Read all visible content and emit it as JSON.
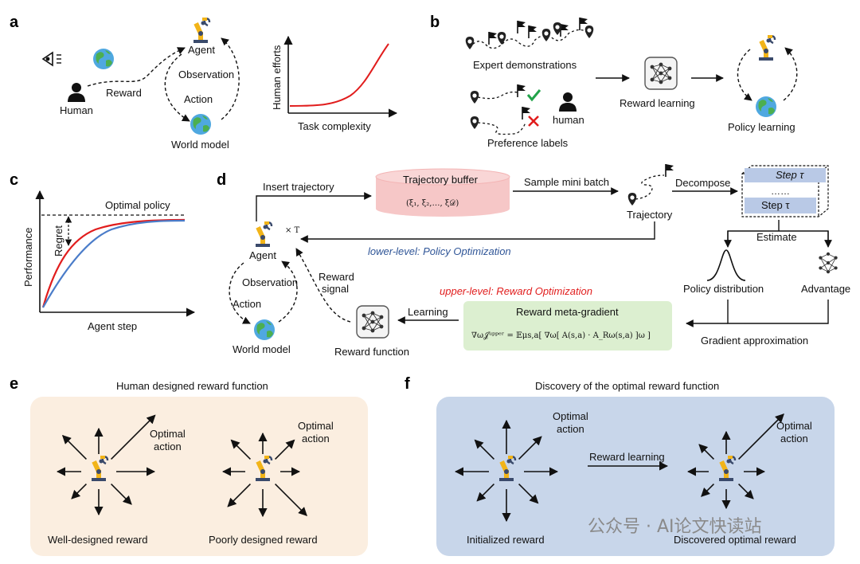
{
  "panel_labels": {
    "a": "a",
    "b": "b",
    "c": "c",
    "d": "d",
    "e": "e",
    "f": "f"
  },
  "panel_a": {
    "human": "Human",
    "reward": "Reward",
    "agent": "Agent",
    "observation": "Observation",
    "action": "Action",
    "world_model": "World model",
    "y_axis": "Human efforts",
    "x_axis": "Task complexity"
  },
  "panel_b": {
    "expert": "Expert demonstrations",
    "preference": "Preference labels",
    "human": "human",
    "reward_learning": "Reward learning",
    "policy_learning": "Policy learning"
  },
  "panel_c": {
    "optimal_policy": "Optimal policy",
    "regret": "Regret",
    "y_axis": "Performance",
    "x_axis": "Agent step"
  },
  "panel_d": {
    "insert": "Insert trajectory",
    "buffer_title": "Trajectory buffer",
    "buffer_formula": "(ξ₁, ξ₂,…, ξ𝒟)",
    "sample": "Sample mini batch",
    "trajectory": "Trajectory",
    "decompose": "Decompose",
    "step_top": "Step τ",
    "dots": "……",
    "step_bottom": "Step τ",
    "estimate": "Estimate",
    "policy_dist": "Policy distribution",
    "advantage": "Advantage",
    "times_t": "× T",
    "agent": "Agent",
    "lower": "lower-level: Policy Optimization",
    "upper": "upper-level: Reward Optimization",
    "observation": "Observation",
    "reward_signal_1": "Reward",
    "reward_signal_2": "signal",
    "action": "Action",
    "world_model": "World model",
    "learning": "Learning",
    "reward_function": "Reward function",
    "meta_title": "Reward meta-gradient",
    "meta_formula": "∇ω𝒥ᵘᵖᵖᵉʳ = 𝔼μs,a[ ∇ω[ A(s,a) · A_Rω(s,a) ]ω ]",
    "gradient": "Gradient approximation"
  },
  "panel_e": {
    "title": "Human designed reward function",
    "opt1a": "Optimal",
    "opt1b": "action",
    "opt2a": "Optimal",
    "opt2b": "action",
    "well": "Well-designed reward",
    "poor": "Poorly designed reward"
  },
  "panel_f": {
    "title": "Discovery of the optimal reward function",
    "opt1a": "Optimal",
    "opt1b": "action",
    "arrow_label": "Reward learning",
    "opt2a": "Optimal",
    "opt2b": "action",
    "init": "Initialized reward",
    "discovered": "Discovered optimal reward"
  },
  "watermark": "公众号 · AI论文快读站",
  "colors": {
    "red": "#e11d1d",
    "blue": "#4a7cc9",
    "e_bg": "#fbeee0",
    "f_bg": "#c8d6ea",
    "buffer": "#f6c7c7",
    "meta": "#dcefd0",
    "step": "#b9c9e6"
  }
}
